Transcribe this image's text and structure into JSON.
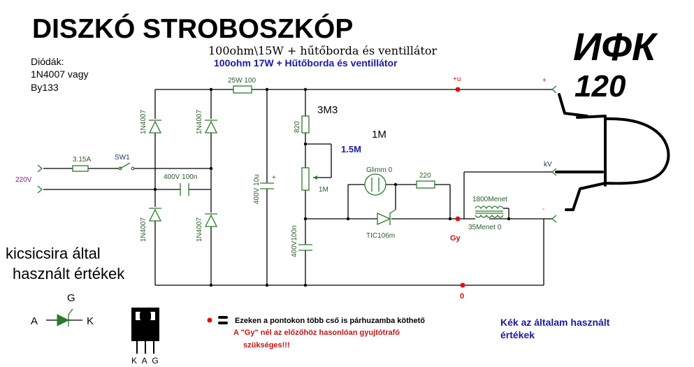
{
  "title": "DISZKÓ STROBOSZKÓP",
  "handwritten": [
    "ИФК",
    "120"
  ],
  "subtitle_black": "100ohm\\15W + hűtőborda és ventillátor",
  "subtitle_blue": "100ohm 17W + Hűtőborda és ventillátor",
  "diodes_note": [
    "Diódák:",
    "1N4007  vagy",
    "By133"
  ],
  "kicsi_note": [
    "kicsicsira által",
    "használt értékek"
  ],
  "labels": {
    "r_25w": "25W 100",
    "plus_u": "+u",
    "r_3m3": "3M3",
    "r_820": "820",
    "pot_1m": "1M",
    "pot_1m5": "1.5M",
    "pot_1m_small": "1M",
    "glimm": "Glimm 0",
    "r_220": "220",
    "trafo_1800": "1800Menet",
    "trafo_35": "35Menet 0",
    "scr": "TIC106m",
    "gy": "Gy",
    "cap_400v10u": "400V 10u",
    "cap_400v100n_top": "400V 100n",
    "cap_400v100n_bot": "400V100n",
    "fuse": "3.15A",
    "sw": "SW1",
    "v220": "220V",
    "d1": "1N4007",
    "d2": "1N4007",
    "d3": "1N4007",
    "d4": "1N4007",
    "zero": "0",
    "kv": "kV",
    "plus_term": "+",
    "minus_term": "-"
  },
  "symbol_labels": {
    "a": "A",
    "k": "K",
    "g": "G"
  },
  "pinout": "K A G",
  "legend_text": "Ezeken a pontokon több cső is párhuzamba köthető",
  "red_note": [
    "A \"Gy\" nél az előzőhöz hasonlóan gyujtótrafó",
    "szükséges!!!"
  ],
  "blue_note": [
    "Kék az általam használt",
    "értékek"
  ],
  "colors": {
    "wire": "#000000",
    "component": "#2a7a2a",
    "blue_text": "#1a1aa8",
    "red_text": "#cc1111",
    "red_dot": "#dd1111"
  },
  "icons": [
    "thyristor-symbol-icon",
    "to220-package-icon",
    "red-dot-icon"
  ]
}
